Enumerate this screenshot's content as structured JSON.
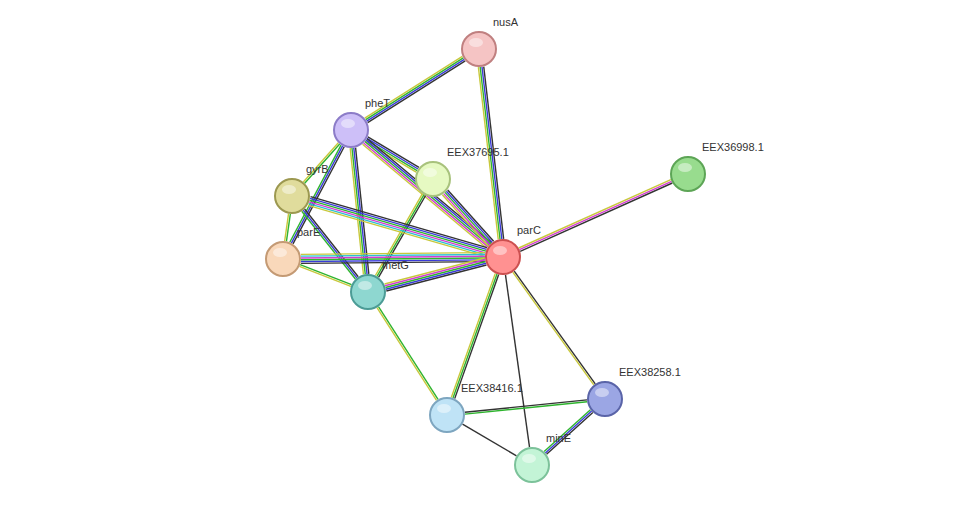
{
  "diagram": {
    "nodes": [
      {
        "text": [
          "nusA"
        ]
      },
      {
        "text": [
          "pheT"
        ]
      },
      {
        "text": [
          "EEX36998.1"
        ]
      },
      {
        "text": [
          "EEX37695.1"
        ]
      },
      {
        "text": [
          "gyrB"
        ]
      },
      {
        "text": [
          "parC"
        ]
      },
      {
        "text": [
          "parE"
        ]
      },
      {
        "text": [
          "metG"
        ]
      },
      {
        "text": [
          "EEX38258.1"
        ]
      },
      {
        "text": [
          "EEX38416.1"
        ]
      },
      {
        "text": [
          "minE"
        ]
      }
    ],
    "edges": [
      {
        "from": 0,
        "to": 1,
        "arrow": "none"
      },
      {
        "from": 0,
        "to": 5,
        "arrow": "none"
      },
      {
        "from": 1,
        "to": 3,
        "arrow": "none"
      },
      {
        "from": 1,
        "to": 4,
        "arrow": "none"
      },
      {
        "from": 1,
        "to": 6,
        "arrow": "none"
      },
      {
        "from": 1,
        "to": 7,
        "arrow": "none"
      },
      {
        "from": 1,
        "to": 5,
        "arrow": "none"
      },
      {
        "from": 3,
        "to": 5,
        "arrow": "none"
      },
      {
        "from": 3,
        "to": 7,
        "arrow": "none"
      },
      {
        "from": 2,
        "to": 5,
        "arrow": "none"
      },
      {
        "from": 4,
        "to": 6,
        "arrow": "none"
      },
      {
        "from": 4,
        "to": 7,
        "arrow": "none"
      },
      {
        "from": 4,
        "to": 5,
        "arrow": "none"
      },
      {
        "from": 5,
        "to": 6,
        "arrow": "none"
      },
      {
        "from": 5,
        "to": 7,
        "arrow": "none"
      },
      {
        "from": 5,
        "to": 9,
        "arrow": "none"
      },
      {
        "from": 5,
        "to": 8,
        "arrow": "none"
      },
      {
        "from": 5,
        "to": 10,
        "arrow": "none"
      },
      {
        "from": 6,
        "to": 7,
        "arrow": "none"
      },
      {
        "from": 7,
        "to": 9,
        "arrow": "none"
      },
      {
        "from": 9,
        "to": 8,
        "arrow": "none"
      },
      {
        "from": 9,
        "to": 10,
        "arrow": "none"
      },
      {
        "from": 8,
        "to": 10,
        "arrow": "none"
      }
    ]
  }
}
